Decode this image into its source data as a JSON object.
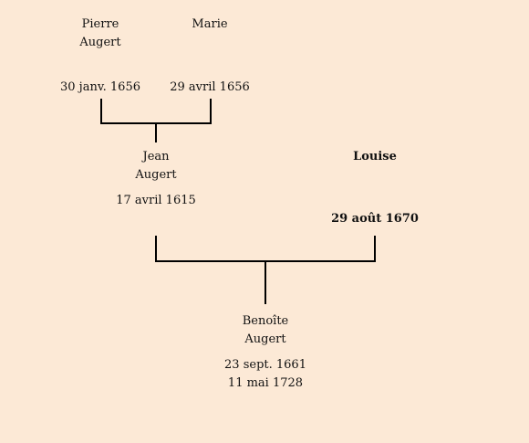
{
  "tree": {
    "grandfather": {
      "first_name": "Pierre",
      "last_name": "Augert",
      "date": "30 janv. 1656"
    },
    "grandmother": {
      "first_name": "Marie",
      "date": "29 avril 1656"
    },
    "father": {
      "first_name": "Jean",
      "last_name": "Augert",
      "date": "17 avril 1615"
    },
    "mother": {
      "first_name": "Louise",
      "date": "29 août 1670"
    },
    "child": {
      "first_name": "Benoîte",
      "last_name": "Augert",
      "birth_date": "23 sept. 1661",
      "death_date": "11 mai 1728"
    }
  }
}
